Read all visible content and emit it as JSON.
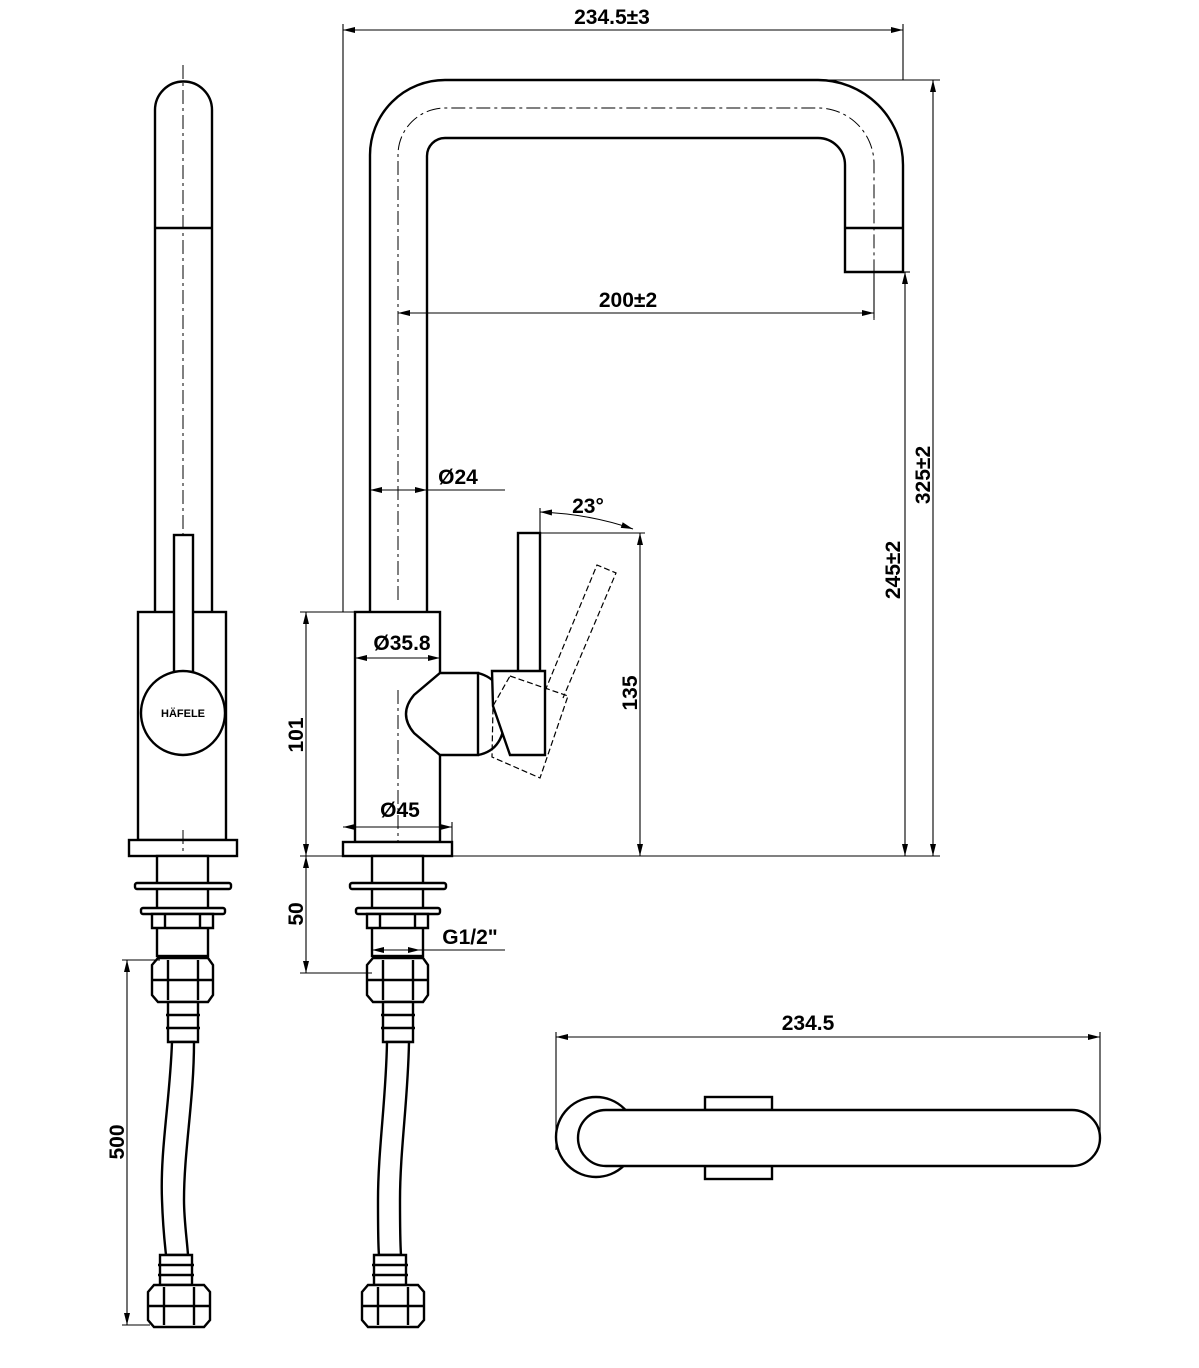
{
  "title": "Kitchen faucet dimension drawing",
  "brand_logo": "HÄFELE",
  "dimensions": {
    "overall_width": "234.5±3",
    "spout_reach": "200±2",
    "spout_diameter": "Ø24",
    "handle_angle": "23°",
    "overall_height": "325±2",
    "spout_outlet_height": "245±2",
    "handle_height": "135",
    "body_diameter": "Ø35.8",
    "body_height": "101",
    "base_diameter": "Ø45",
    "shank_length": "50",
    "thread": "G1/2\"",
    "hose_length": "500",
    "top_view_width": "234.5"
  },
  "colors": {
    "line": "#000000",
    "background": "#ffffff"
  }
}
